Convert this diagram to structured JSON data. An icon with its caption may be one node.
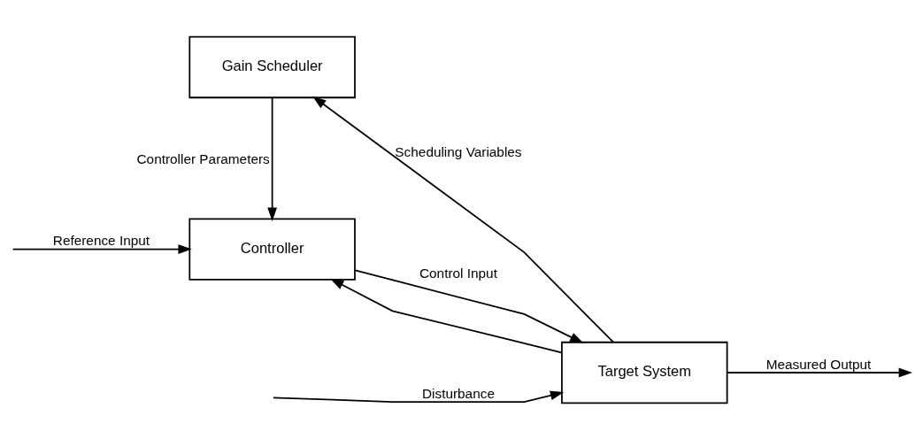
{
  "diagram": {
    "nodes": [
      {
        "text": [
          "Gain Scheduler"
        ]
      },
      {
        "text": [
          "Controller"
        ]
      },
      {
        "text": [
          "Target System"
        ]
      }
    ],
    "edges": [
      {
        "from": null,
        "to": 1,
        "arrow": "to",
        "label": "Reference Input"
      },
      {
        "from": 0,
        "to": 1,
        "arrow": "to",
        "label": "Controller Parameters"
      },
      {
        "from": 1,
        "to": 2,
        "arrow": "to",
        "label": "Control Input"
      },
      {
        "from": 2,
        "to": 0,
        "arrow": "to",
        "label": "Scheduling Variables"
      },
      {
        "from": null,
        "to": 2,
        "arrow": "to",
        "label": "Disturbance"
      },
      {
        "from": 2,
        "to": null,
        "arrow": "to",
        "label": "Measured Output"
      },
      {
        "from": 2,
        "to": 1,
        "arrow": "to"
      }
    ]
  }
}
